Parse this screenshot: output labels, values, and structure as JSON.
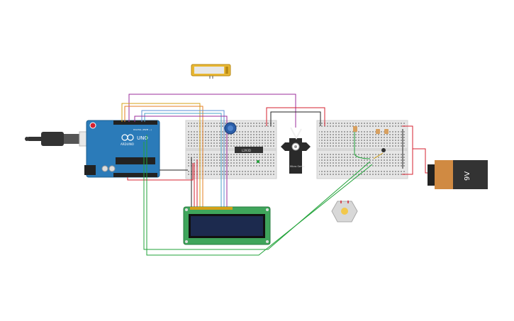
{
  "arduino": {
    "uno_label": "UNO",
    "brand": "ARDUINO",
    "digital_label": "DIGITAL (PWM ~)"
  },
  "ic_chip": {
    "label": "L293D"
  },
  "servo": {
    "label": "Micro Servo"
  },
  "battery": {
    "label": "9V"
  },
  "colors": {
    "breadboard": "#e6e6e6",
    "arduino_blue": "#2b7bb9",
    "lcd_green": "#3fa55b",
    "lcd_screen": "#1c2a4e",
    "battery_body": "#333333",
    "battery_cap": "#d08a42",
    "wire_red": "#d6202f",
    "wire_black": "#222222",
    "wire_green": "#22a33a",
    "wire_purple": "#9b2c9b",
    "wire_yellow": "#d4a017",
    "wire_blue": "#5a8fd6",
    "wire_orange": "#e67e22"
  }
}
